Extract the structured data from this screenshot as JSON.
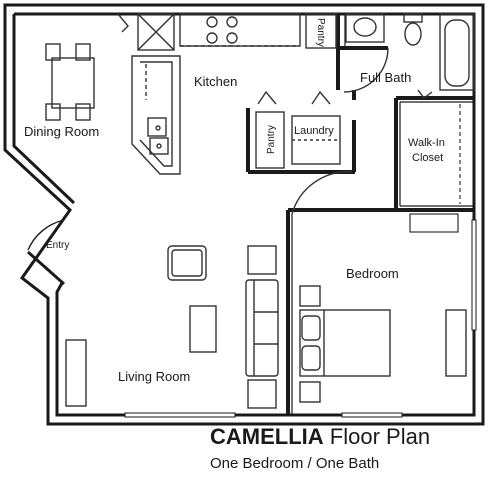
{
  "plan": {
    "name": "CAMELLIA",
    "title_suffix": "Floor Plan",
    "subtitle": "One Bedroom / One Bath"
  },
  "rooms": {
    "kitchen": "Kitchen",
    "dining_room": "Dining Room",
    "full_bath": "Full Bath",
    "walk_in_closet_line1": "Walk-In",
    "walk_in_closet_line2": "Closet",
    "pantry_top": "Pantry",
    "pantry_mid": "Pantry",
    "laundry": "Laundry",
    "entry": "Entry",
    "bedroom": "Bedroom",
    "living_room": "Living Room"
  },
  "colors": {
    "wall": "#1a1a1a",
    "fixture": "#333333",
    "background": "#ffffff"
  }
}
